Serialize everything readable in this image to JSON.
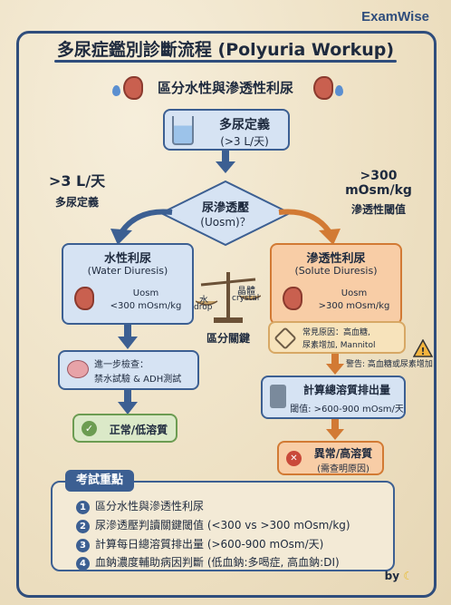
{
  "brand": "ExamWise",
  "title": "多尿症鑑別診斷流程 (Polyuria Workup)",
  "subtitle": "區分水性與滲透性利尿",
  "start": {
    "line1": "多尿定義",
    "line2": "(>3 L/天)"
  },
  "left_note": {
    "line1": ">3 L/天",
    "line2": "多尿定義"
  },
  "right_note": {
    "line1": ">300 mOsm/kg",
    "line2": "滲透性閾值"
  },
  "decision": {
    "line1": "尿滲透壓",
    "line2": "(Uosm)？"
  },
  "water": {
    "title": "水性利尿",
    "subtitle": "(Water Diuresis)",
    "value1": "Uosm",
    "value2": "<300 mOsm/kg"
  },
  "solute": {
    "title": "滲透性利尿",
    "subtitle": "(Solute Diuresis)",
    "value1": "Uosm",
    "value2": ">300 mOsm/kg"
  },
  "scale": {
    "left_cn": "水",
    "left_en": "drop",
    "right_cn": "晶體",
    "right_en": "crystal",
    "caption": "區分關鍵"
  },
  "water_test": {
    "line1": "進一步檢查：",
    "line2": "禁水試驗 & ADH測試"
  },
  "water_result": "正常/低溶質",
  "solute_causes": {
    "line1": "常見原因：高血糖,",
    "line2": "尿素增加, Mannitol"
  },
  "warning": "警告: 高血糖或尿素增加",
  "calc": {
    "line1": "計算總溶質排出量",
    "line2": "閾值: >600-900 mOsm/天"
  },
  "solute_result": {
    "line1": "異常/高溶質",
    "line2": "(需查明原因)"
  },
  "key_points": {
    "title": "考試重點",
    "items": [
      {
        "num": "1",
        "text": "區分水性與滲透性利尿"
      },
      {
        "num": "2",
        "text": "尿滲透壓判讀關鍵閾值 (<300 vs >300 mOsm/kg)"
      },
      {
        "num": "3",
        "text": "計算每日總溶質排出量 (>600-900 mOsm/天)"
      },
      {
        "num": "4",
        "text": "血鈉濃度輔助病因判斷 (低血鈉:多喝症, 高血鈉:DI)"
      }
    ]
  },
  "by": "by",
  "colors": {
    "navy": "#2f4d7c",
    "water": "#d6e3f3",
    "solute": "#f8cda6",
    "green": "#dbe9c8"
  }
}
